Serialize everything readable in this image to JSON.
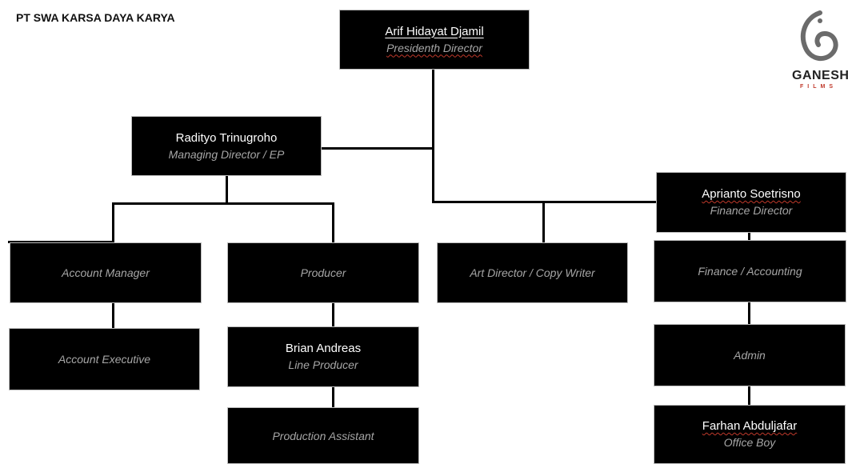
{
  "company": "PT SWA KARSA DAYA KARYA",
  "logo": {
    "name": "GANESHA",
    "sub": "FILMS"
  },
  "nodes": {
    "president": {
      "name": "Arif Hidayat Djamil",
      "role": "Presidenth Director"
    },
    "managing": {
      "name": "Radityo Trinugroho",
      "role": "Managing Director / EP"
    },
    "finance_director": {
      "name": "Aprianto Soetrisno",
      "role": "Finance Director"
    },
    "account_manager": {
      "role": "Account Manager"
    },
    "producer": {
      "role": "Producer"
    },
    "art_director": {
      "role": "Art Director / Copy Writer"
    },
    "finance_accounting": {
      "role": "Finance / Accounting"
    },
    "account_executive": {
      "role": "Account Executive"
    },
    "line_producer": {
      "name": "Brian Andreas",
      "role": "Line Producer"
    },
    "admin": {
      "role": "Admin"
    },
    "production_assistant": {
      "role": "Production Assistant"
    },
    "office_boy": {
      "name": "Farhan Abduljafar",
      "role": "Office Boy"
    }
  },
  "colors": {
    "box": "#000000",
    "role_text": "#a6a6a6",
    "name_text": "#ffffff",
    "accent": "#c0392b"
  }
}
